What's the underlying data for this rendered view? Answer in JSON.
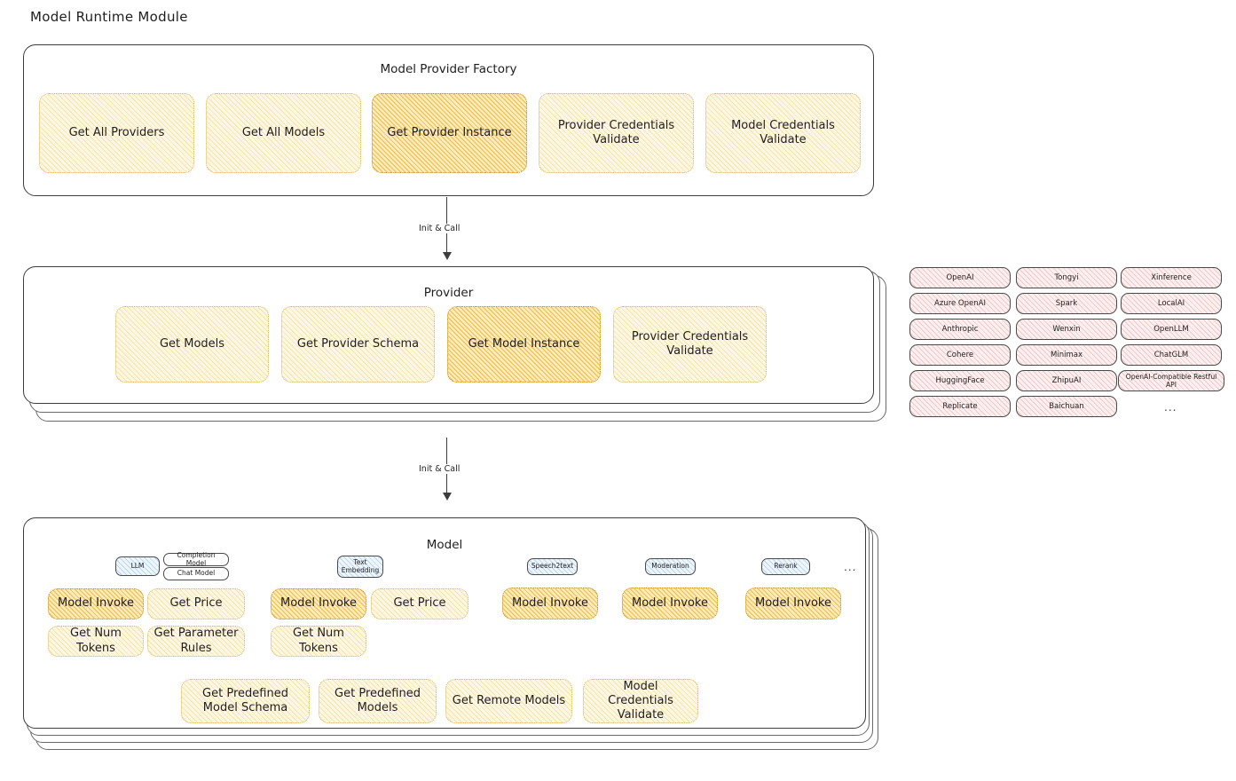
{
  "page": {
    "title": "Model Runtime Module"
  },
  "factory": {
    "title": "Model Provider Factory",
    "boxes": [
      {
        "label": "Get All Providers",
        "highlight": false
      },
      {
        "label": "Get All Models",
        "highlight": false
      },
      {
        "label": "Get Provider Instance",
        "highlight": true
      },
      {
        "label": "Provider Credentials Validate",
        "highlight": false
      },
      {
        "label": "Model Credentials Validate",
        "highlight": false
      }
    ]
  },
  "arrows": [
    {
      "label": "Init & Call"
    },
    {
      "label": "Init & Call"
    }
  ],
  "provider": {
    "title": "Provider",
    "boxes": [
      {
        "label": "Get Models",
        "highlight": false
      },
      {
        "label": "Get Provider Schema",
        "highlight": false
      },
      {
        "label": "Get Model Instance",
        "highlight": true
      },
      {
        "label": "Provider Credentials Validate",
        "highlight": false
      }
    ]
  },
  "provider_list": {
    "columns": [
      [
        "OpenAI",
        "Azure OpenAI",
        "Anthropic",
        "Cohere",
        "HuggingFace",
        "Replicate"
      ],
      [
        "Tongyi",
        "Spark",
        "Wenxin",
        "Minimax",
        "ZhipuAI",
        "Baichuan"
      ],
      [
        "Xinference",
        "LocalAI",
        "OpenLLM",
        "ChatGLM",
        "OpenAI-Compatible Restful API"
      ]
    ],
    "more": "..."
  },
  "model": {
    "title": "Model",
    "more": "...",
    "types": [
      {
        "name": "LLM",
        "style": "blue",
        "subtypes": [
          "Completion Model",
          "Chat Model"
        ],
        "boxes": [
          {
            "label": "Model Invoke",
            "highlight": true
          },
          {
            "label": "Get Price",
            "highlight": false
          },
          {
            "label": "Get Num Tokens",
            "highlight": false
          },
          {
            "label": "Get Parameter Rules",
            "highlight": false
          }
        ]
      },
      {
        "name": "Text Embedding",
        "style": "blue",
        "subtypes": [],
        "boxes": [
          {
            "label": "Model Invoke",
            "highlight": true
          },
          {
            "label": "Get Price",
            "highlight": false
          },
          {
            "label": "Get Num Tokens",
            "highlight": false
          }
        ]
      },
      {
        "name": "Speech2text",
        "style": "white",
        "subtypes": [],
        "boxes": [
          {
            "label": "Model Invoke",
            "highlight": true
          }
        ]
      },
      {
        "name": "Moderation",
        "style": "white",
        "subtypes": [],
        "boxes": [
          {
            "label": "Model Invoke",
            "highlight": true
          }
        ]
      },
      {
        "name": "Rerank",
        "style": "blue",
        "subtypes": [],
        "boxes": [
          {
            "label": "Model Invoke",
            "highlight": true
          }
        ]
      }
    ],
    "common_boxes": [
      {
        "label": "Get Predefined Model Schema"
      },
      {
        "label": "Get Predefined Models"
      },
      {
        "label": "Get Remote Models"
      },
      {
        "label": "Model Credentials Validate"
      }
    ]
  },
  "colors": {
    "hatch_yellow": "#fdf8e6",
    "hatch_orange": "#fdeec2",
    "hatch_pink": "#fdf0f0",
    "hatch_blue": "#eef5fb",
    "stroke": "#3c3c3c"
  }
}
